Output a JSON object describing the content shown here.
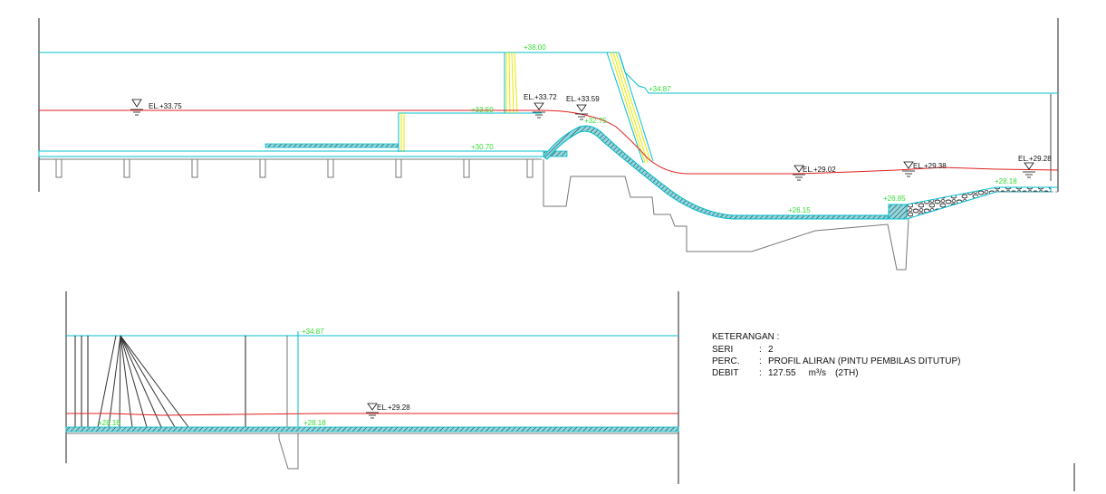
{
  "colors": {
    "structure": "#00bfcf",
    "water_surface": "#e02020",
    "label": "#33dd33",
    "concrete": "#777777",
    "ink": "#111111",
    "gate": "#e8e800"
  },
  "profile_main": {
    "elevations": {
      "top": "+38.00",
      "right_wall": "+34.87",
      "deck_step": "+33.50",
      "floor_upstream": "+30.70",
      "weir_crest": "+32.75",
      "apron": "+26.15",
      "end_sill": "+26.85",
      "downstream_bed": "+28.18"
    },
    "water_levels": {
      "upstream": "EL.+33.75",
      "gate_upstream": "EL.+33.72",
      "crest": "EL.+33.59",
      "basin": "EL.+29.02",
      "downstream_1": "EL.+29.38",
      "downstream_2": "EL.+29.28"
    }
  },
  "profile_downstream": {
    "elevations": {
      "wall_top": "+34.87",
      "bed_left": "+28.18",
      "bed_right": "+28.18"
    },
    "water_level": "EL.+29.28"
  },
  "legend": {
    "title": "KETERANGAN :",
    "rows": [
      {
        "key": "SERI",
        "sep": ":",
        "value": "2"
      },
      {
        "key": "PERC.",
        "sep": ":",
        "value": "PROFIL ALIRAN (PINTU PEMBILAS DITUTUP)"
      },
      {
        "key": "DEBIT",
        "sep": ":",
        "value": "127.55",
        "unit": "m³/s",
        "note": "(2TH)"
      }
    ]
  }
}
